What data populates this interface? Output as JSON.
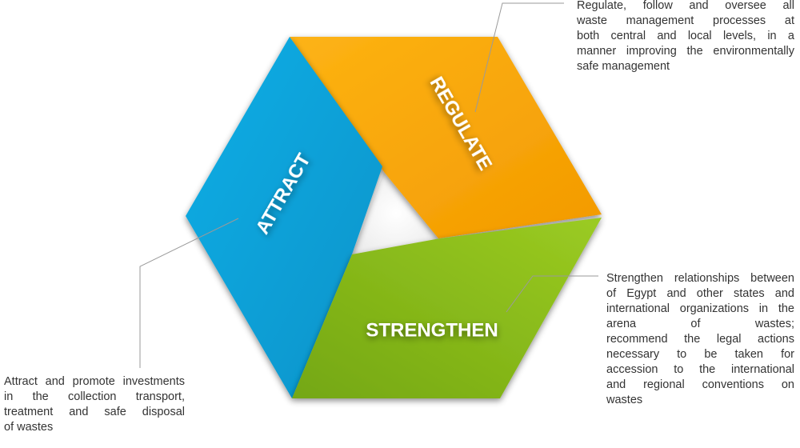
{
  "segments": {
    "regulate": {
      "label": "REGULATE",
      "color": "#F9A400",
      "description": [
        "Regulate,  follow  and  oversee  all",
        "waste  management  processes  at",
        "both  central  and  local levels, in a",
        "manner improving the environmentally",
        "safe management"
      ]
    },
    "strengthen": {
      "label": "STRENGTHEN",
      "color": "#86BA1A",
      "description": [
        "Strengthen relationships between",
        "of Egypt and other states  and",
        "international  organizations in the",
        "arena of wastes;",
        "recommend  the  legal  actions",
        "necessary  to  be  taken  for",
        "accession  to  the  international",
        "and  regional  conventions  on",
        "wastes"
      ]
    },
    "attract": {
      "label": "ATTRACT",
      "color": "#0AA2D8",
      "description": [
        "Attract and promote investments",
        "in  the  collection  transport,",
        "treatment  and  safe  disposal",
        "of wastes"
      ]
    }
  },
  "colors": {
    "center": "#F4F4F4",
    "connector": "#9A9A9A",
    "text": "#333333"
  }
}
